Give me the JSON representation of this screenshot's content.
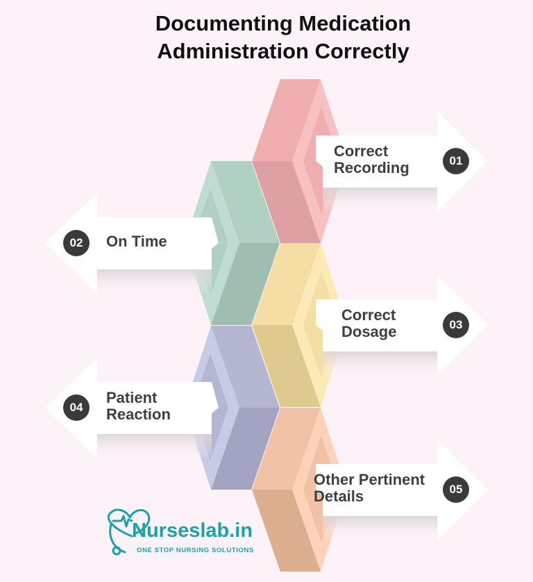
{
  "title": [
    "Documenting Medication",
    "Administration Correctly"
  ],
  "items": [
    {
      "number": "01",
      "lines": [
        "Correct",
        "Recording"
      ],
      "side": "right",
      "colors": {
        "upper": "#f0aeb0",
        "lower": "#dea0a2",
        "rim": "#f7c0c1"
      }
    },
    {
      "number": "02",
      "lines": [
        "On Time"
      ],
      "side": "left",
      "colors": {
        "upper": "#b1d0c4",
        "lower": "#a0bdb1",
        "rim": "#bedcd2"
      }
    },
    {
      "number": "03",
      "lines": [
        "Correct",
        "Dosage"
      ],
      "side": "right",
      "colors": {
        "upper": "#f5dea3",
        "lower": "#dec98f",
        "rim": "#fbe9b6"
      }
    },
    {
      "number": "04",
      "lines": [
        "Patient",
        "Reaction"
      ],
      "side": "left",
      "colors": {
        "upper": "#b4b6d2",
        "lower": "#a2a4c2",
        "rim": "#c8cbe6"
      }
    },
    {
      "number": "05",
      "lines": [
        "Other Pertinent",
        "Details"
      ],
      "side": "right",
      "colors": {
        "upper": "#f1c2a5",
        "lower": "#dcae90",
        "rim": "#fcd2b9"
      }
    }
  ],
  "logo": {
    "name": "Nurseslab.in",
    "tagline": "ONE STOP NURSING SOLUTIONS",
    "color": "#1aa3a7"
  }
}
